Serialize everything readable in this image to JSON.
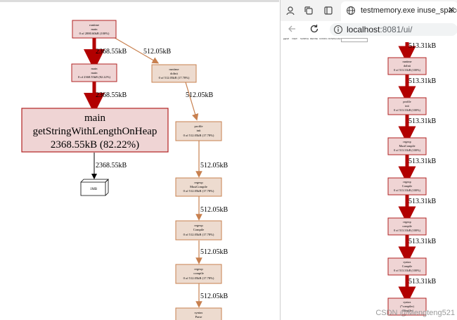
{
  "left_graph": {
    "nodes": {
      "runtime_main": {
        "l1": "runtime",
        "l2": "main",
        "l3": "0 of 2880.60kB (100%)"
      },
      "main_main": {
        "l1": "main",
        "l2": "main",
        "l3": "0 of 2368.55kB (82.22%)"
      },
      "runtime_doInit": {
        "l1": "runtime",
        "l2": "doInit",
        "l3": "0 of 512.05kB (17.78%)"
      },
      "getString": {
        "l1": "main",
        "l2": "getStringWithLengthOnHeap",
        "l3": "2368.55kB (82.22%)"
      },
      "profile_init": {
        "l1": "profile",
        "l2": "init",
        "l3": "0 of 512.05kB (17.78%)"
      },
      "regexp_MustCompile": {
        "l1": "regexp",
        "l2": "MustCompile",
        "l3": "0 of 512.05kB (17.78%)"
      },
      "regexp_Compile": {
        "l1": "regexp",
        "l2": "Compile",
        "l3": "0 of 512.05kB (17.78%)"
      },
      "regexp_compile": {
        "l1": "regexp",
        "l2": "compile",
        "l3": "0 of 512.05kB (17.78%)"
      },
      "syntax_Parse": {
        "l1": "syntax",
        "l2": "Parse",
        "l3": ""
      },
      "block_1MB": {
        "label": "1MB"
      }
    },
    "edges": {
      "e1": "2368.55kB",
      "e2": "512.05kB",
      "e3": "2368.55kB",
      "e4": "512.05kB",
      "e5": "2368.55kB",
      "e6": "512.05kB",
      "e7": "512.05kB",
      "e8": "512.05kB",
      "e9": "512.05kB"
    }
  },
  "browser": {
    "tab_title": "testmemory.exe inuse_space",
    "url_host": "localhost",
    "url_rest": ":8081/ui/",
    "icons": {
      "profile": "user-icon",
      "workspaces": "copy-icon",
      "tab_actions": "tab-icon",
      "site": "globe-icon",
      "close": "close-icon",
      "back": "back-arrow-icon",
      "reload": "reload-icon",
      "info": "info-icon"
    },
    "pprof_menu": [
      "pprof",
      "VIEW",
      "SAMPLE",
      "REFINE",
      "CONFIG",
      "DOWNLOAD"
    ]
  },
  "right_graph": {
    "edge_labels": [
      "513.31kB",
      "513.31kB",
      "513.31kB",
      "513.31kB",
      "513.31kB",
      "513.31kB",
      "513.31kB"
    ],
    "nodes": [
      {
        "l1": "runtime",
        "l2": "doInit",
        "l3": "0 of 513.31kB (100%)"
      },
      {
        "l1": "profile",
        "l2": "init",
        "l3": "0 of 513.31kB (100%)"
      },
      {
        "l1": "regexp",
        "l2": "MustCompile",
        "l3": "0 of 513.31kB (100%)"
      },
      {
        "l1": "regexp",
        "l2": "Compile",
        "l3": "0 of 513.31kB (100%)"
      },
      {
        "l1": "regexp",
        "l2": "compile",
        "l3": "0 of 513.31kB (100%)"
      },
      {
        "l1": "syntax",
        "l2": "Compile",
        "l3": "0 of 513.31kB (100%)"
      },
      {
        "l1": "syntax",
        "l2": "(*compiler)",
        "l3": "compile"
      }
    ]
  },
  "watermark": "CSDN @Mengteng521",
  "colors": {
    "hot_fill": "#efd4d4",
    "hot_stroke": "#b22222",
    "hot_edge": "#b20000",
    "warm_fill": "#eddbcf",
    "warm_stroke": "#c8804f",
    "warm_edge": "#c8804f"
  }
}
